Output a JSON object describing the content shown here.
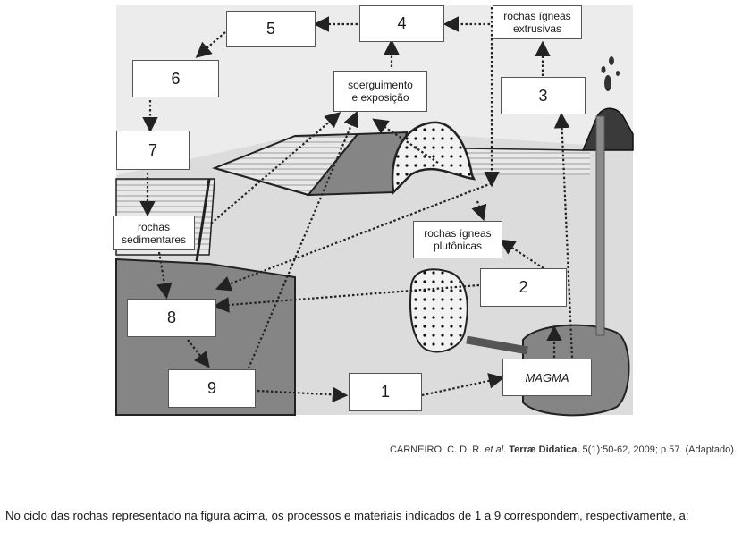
{
  "boxes": {
    "b1": "1",
    "b2": "2",
    "b3": "3",
    "b4": "4",
    "b5": "5",
    "b6": "6",
    "b7": "7",
    "b8": "8",
    "b9": "9",
    "magma": "MAGMA",
    "extrusivas_1": "rochas ígneas",
    "extrusivas_2": "extrusivas",
    "plutonicas_1": "rochas ígneas",
    "plutonicas_2": "plutônicas",
    "sedimentares_1": "rochas",
    "sedimentares_2": "sedimentares",
    "soerguimento_1": "soerguimento",
    "soerguimento_2": "e exposição"
  },
  "citation": {
    "authors": "CARNEIRO, C. D. R. ",
    "etal": "et al",
    "dot": ". ",
    "journal": "Terræ Didatica.",
    "rest": " 5(1):50-62, 2009; p.57. (Adaptado)."
  },
  "question": "No ciclo das rochas representado na figura acima, os processos e materiais indicados de 1 a 9 correspondem, respectivamente, a:",
  "colors": {
    "sky": "#ececec",
    "ground": "#dcdcdc",
    "dark_rock": "#858585",
    "strata": "#c4c4c4",
    "mountain": "#3a3a3a"
  }
}
